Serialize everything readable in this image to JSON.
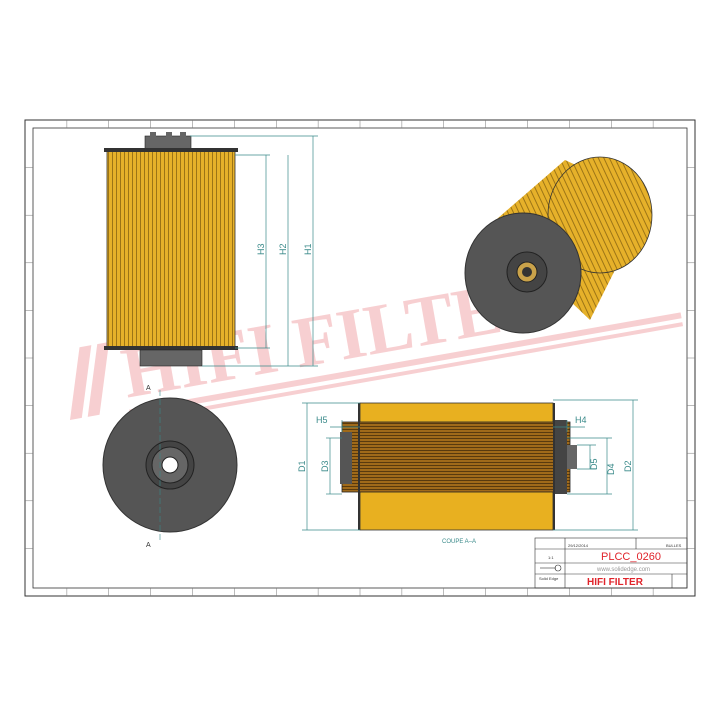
{
  "watermark": "HIFI FILTER",
  "dimensions": {
    "H1": "H1",
    "H2": "H2",
    "H3": "H3",
    "H4": "H4",
    "H5": "H5",
    "D1": "D1",
    "D2": "D2",
    "D3": "D3",
    "D4": "D4",
    "D5": "D5"
  },
  "section_marker": "A",
  "section_label": "COUPE A–A",
  "title_block": {
    "date": "29/12/2014",
    "designer": "BULLES",
    "scale": "1:1",
    "reference": "PLCC_0260",
    "website": "www.solidedge.com",
    "software": "Solid Edge",
    "company": "HIFI FILTER"
  },
  "colors": {
    "filter_media": "#e6b12a",
    "end_cap": "#555555",
    "brand_red": "#e0242b",
    "dimension": "#3a8a8a"
  }
}
